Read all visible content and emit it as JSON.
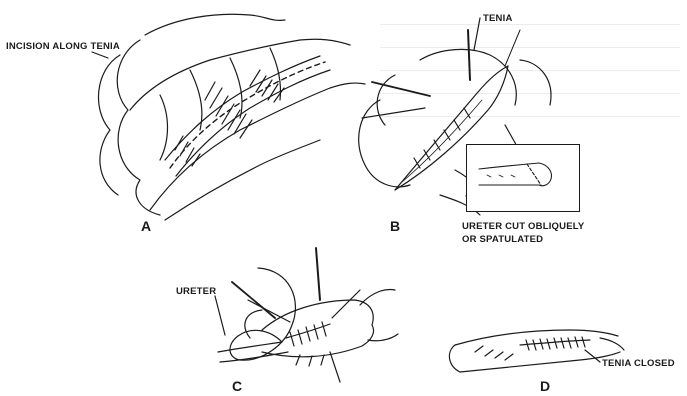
{
  "labels": {
    "incision": "INCISION ALONG TENIA",
    "tenia": "TENIA",
    "ureter_cut_line1": "URETER CUT OBLIQUELY",
    "ureter_cut_line2": "OR SPATULATED",
    "ureter": "URETER",
    "tenia_closed": "TENIA CLOSED"
  },
  "panels": {
    "a": "A",
    "b": "B",
    "c": "C",
    "d": "D"
  }
}
